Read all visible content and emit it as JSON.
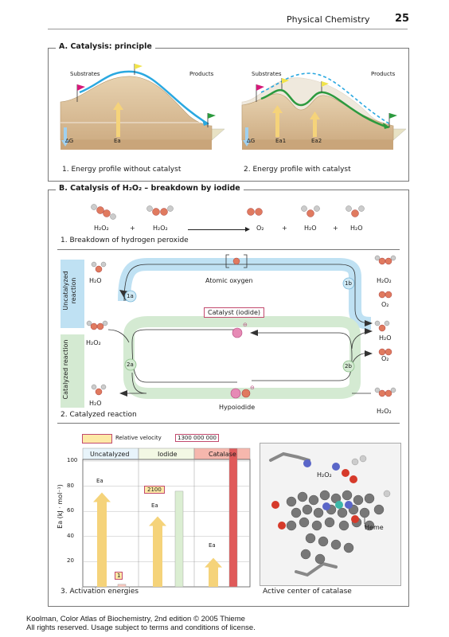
{
  "header": {
    "title": "Physical Chemistry",
    "page": "25"
  },
  "sectionA": {
    "title": "A. Catalysis: principle",
    "panel1": {
      "left": "Substrates",
      "right": "Products",
      "dg": "ΔG",
      "ea": "Ea",
      "caption": "1. Energy profile without catalyst"
    },
    "panel2": {
      "left": "Substrates",
      "right": "Products",
      "dg": "ΔG",
      "ea1": "Ea1",
      "ea2": "Ea2",
      "caption": "2. Energy profile with catalyst"
    }
  },
  "sectionB": {
    "title": "B. Catalysis of H₂O₂ – breakdown by iodide",
    "equation": [
      "H₂O₂",
      "+",
      "H₂O₂",
      "O₂",
      "+",
      "H₂O",
      "+",
      "H₂O"
    ],
    "caption1": "1. Breakdown of hydrogen peroxide",
    "cycle": {
      "uncatalyzed": "Uncatalyzed reaction",
      "catalyzed": "Catalyzed reaction",
      "h2o_top": "H₂O",
      "atomic_oxygen": "Atomic oxygen",
      "h2o2_right_top": "H₂O₂",
      "o2_right": "O₂",
      "step1a": "1a",
      "step1b": "1b",
      "catalyst": "Catalyst (iodide)",
      "h2o2_left": "H₂O₂",
      "h2o_right": "H₂O",
      "o2_right2": "O₂",
      "step2a": "2a",
      "step2b": "2b",
      "h2o_bottom": "H₂O",
      "hypoiodide": "Hypoiodide",
      "h2o2_right_bottom": "H₂O₂",
      "minus": "⊖"
    },
    "caption2": "2. Catalyzed reaction",
    "chart": {
      "relative_velocity": "Relative velocity",
      "rv_value": "1300 000 000",
      "columns": [
        "Uncatalyzed",
        "Iodide",
        "Catalase"
      ],
      "ylabel": "Ea (kJ · mol⁻¹)",
      "ea_label": "Ea",
      "uncat_rv": "1",
      "iodide_rv": "2100",
      "caption": "3. Activation energies"
    },
    "structure": {
      "h2o2": "H₂O₂",
      "heme": "Heme",
      "caption": "Active center of catalase"
    }
  },
  "chart_data": {
    "type": "bar",
    "categories": [
      "Uncatalyzed",
      "Iodide",
      "Catalase"
    ],
    "ylabel": "Ea (kJ · mol⁻¹)",
    "ylim": [
      0,
      100
    ],
    "yticks": [
      20,
      40,
      60,
      80,
      100
    ],
    "series": [
      {
        "values": [
          75,
          56,
          23
        ]
      },
      {
        "name": "Relative velocity",
        "values": [
          1,
          2100,
          1300000000
        ]
      }
    ]
  },
  "footer": {
    "line1": "Koolman, Color Atlas of Biochemistry, 2nd edition © 2005 Thieme",
    "line2": "All rights reserved. Usage subject to terms and conditions of license."
  },
  "colors": {
    "accent": "#c24a6e",
    "blue": "#2aa8e0",
    "green": "#2c9a3e",
    "arrow": "#f5d37a"
  }
}
